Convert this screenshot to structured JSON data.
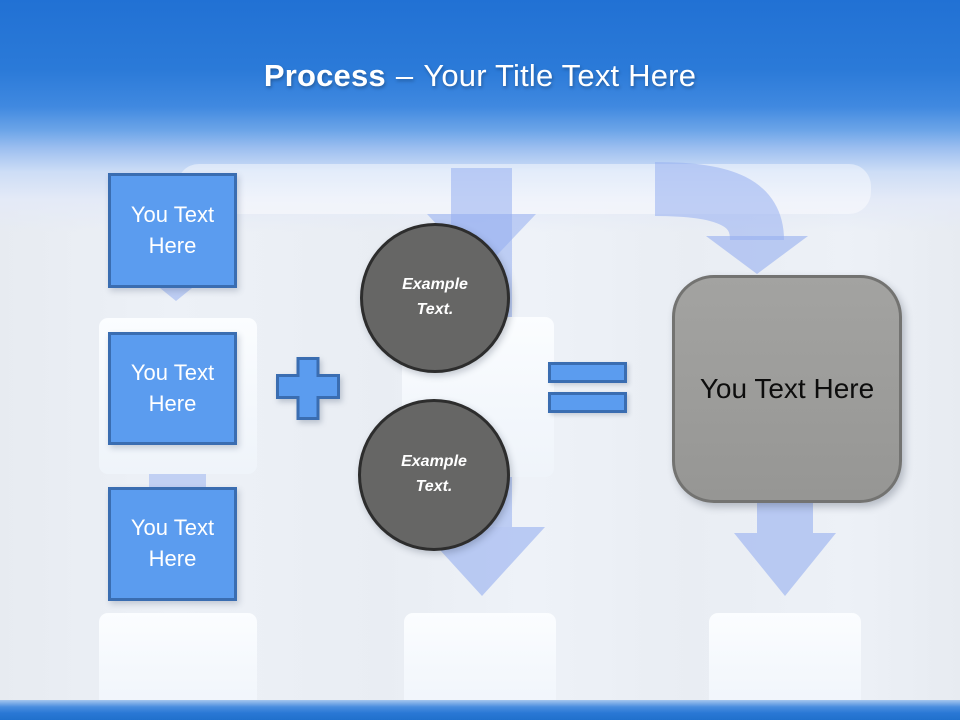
{
  "slide_title": {
    "emphasis": "Process",
    "separator": "–",
    "rest": "Your Title Text Here"
  },
  "process": {
    "input_boxes": [
      {
        "label": "You Text Here"
      },
      {
        "label": "You Text Here"
      },
      {
        "label": "You Text Here"
      }
    ],
    "operators": {
      "plus": "plus-icon",
      "equals": "equals-icon"
    },
    "example_circles": [
      {
        "label": "Example Text."
      },
      {
        "label": "Example Text."
      }
    ],
    "result_box": {
      "label": "You Text Here"
    }
  },
  "colors": {
    "header_blue": "#2171d4",
    "accent_blue": "#5b9cef",
    "accent_blue_border": "#3a6db1",
    "circle_gray": "#666665",
    "result_gray": "#9c9c9a",
    "decor_arrow_blue": "#bac9ef"
  }
}
